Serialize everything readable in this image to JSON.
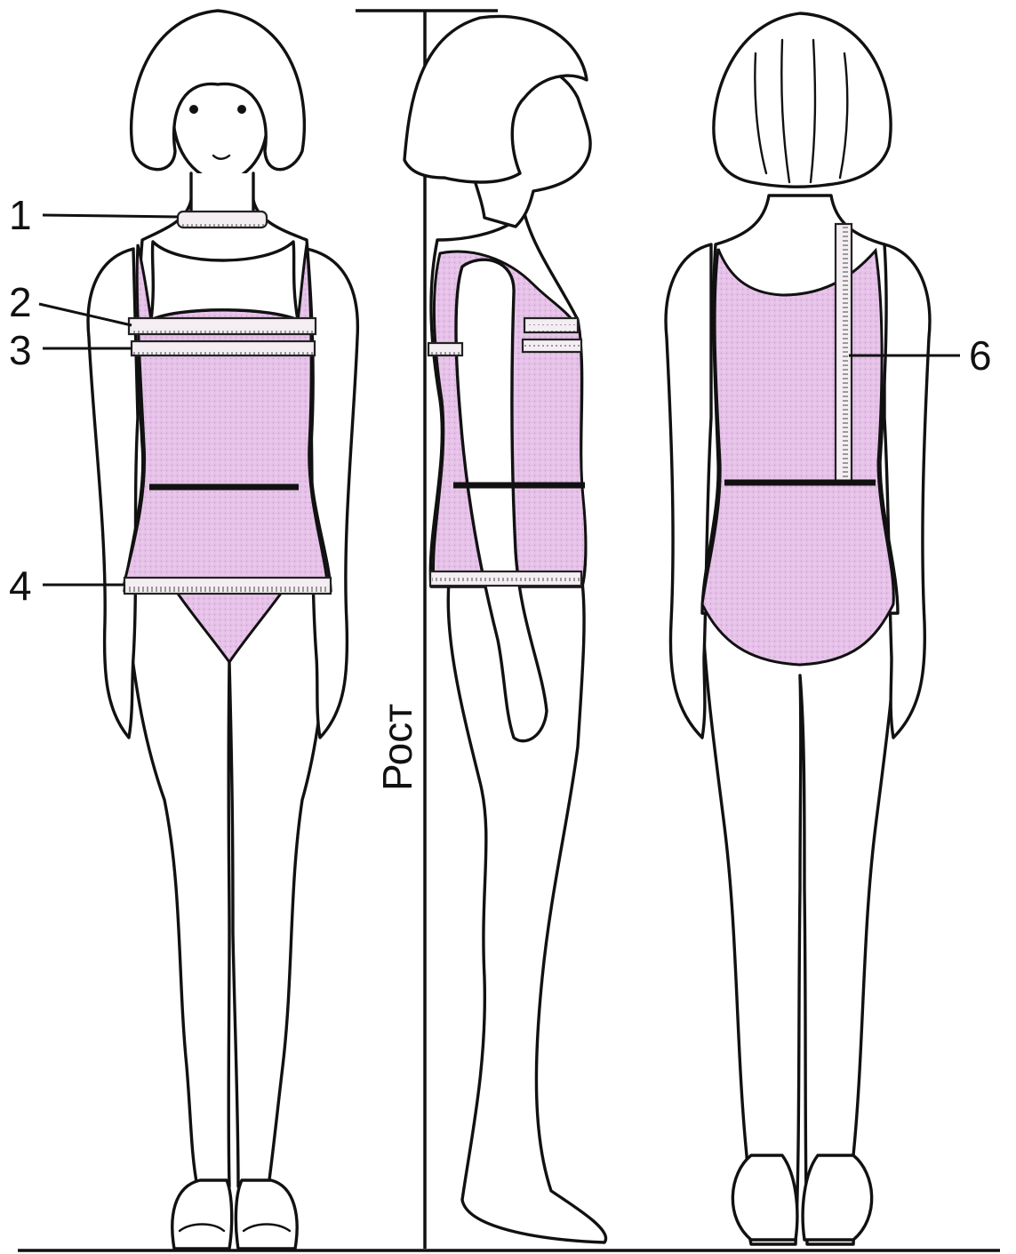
{
  "diagram": {
    "callouts": [
      "1",
      "2",
      "3",
      "4",
      "6"
    ],
    "height_axis_label": "Рост"
  },
  "colors": {
    "ink": "#111111",
    "garment": "#e3bde6",
    "tape": "#f4eef3",
    "background": "#ffffff"
  }
}
